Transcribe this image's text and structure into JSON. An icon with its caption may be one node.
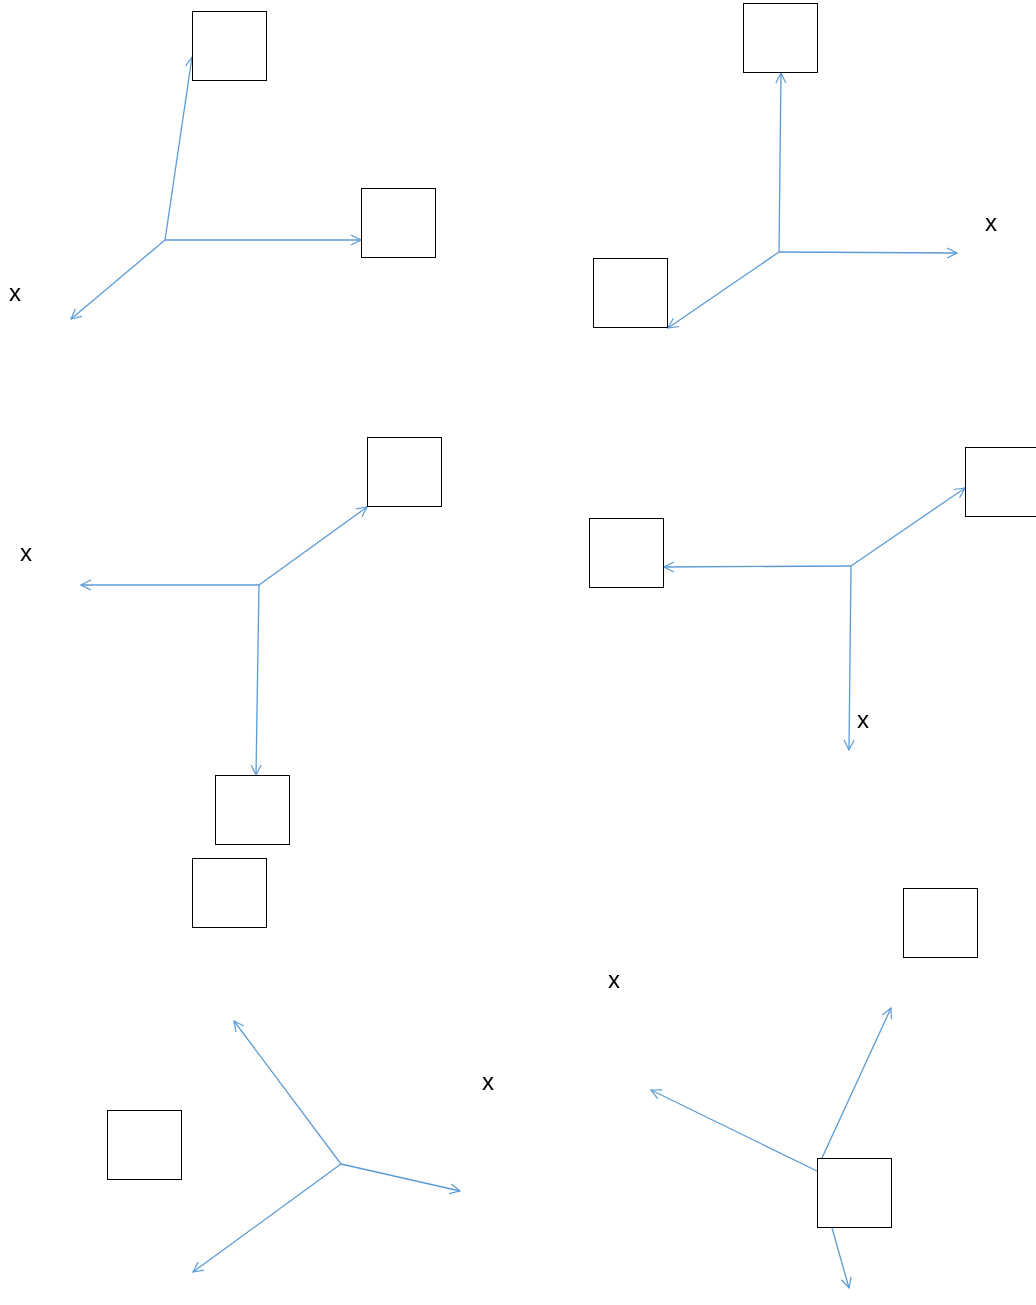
{
  "diagram": {
    "nodes": [
      {
        "text": [],
        "shape": "box"
      },
      {
        "text": [],
        "shape": "box"
      },
      {
        "text": [],
        "shape": "box"
      },
      {
        "text": [],
        "shape": "box"
      },
      {
        "text": [],
        "shape": "box"
      },
      {
        "text": [],
        "shape": "box"
      },
      {
        "text": [],
        "shape": "box"
      },
      {
        "text": [],
        "shape": "box"
      },
      {
        "text": [],
        "shape": "box"
      },
      {
        "text": [],
        "shape": "box"
      },
      {
        "text": [],
        "shape": "box"
      },
      {
        "text": [],
        "shape": "box"
      }
    ],
    "edges": [
      {
        "from": null,
        "to": 1,
        "arrow": "to"
      },
      {
        "from": null,
        "to": 2,
        "arrow": "to"
      },
      {
        "from": null,
        "to": 0,
        "arrow": "to"
      },
      {
        "from": null,
        "to": 3,
        "arrow": "to"
      },
      {
        "from": null,
        "to": 4,
        "arrow": "to"
      },
      {
        "from": null,
        "to": 7,
        "arrow": "to"
      },
      {
        "from": null,
        "to": 5,
        "arrow": "to"
      },
      {
        "from": null,
        "to": 6,
        "arrow": "to"
      },
      {
        "from": 11,
        "to": null,
        "arrow": "to"
      },
      {
        "from": 11,
        "to": null,
        "arrow": "to"
      },
      {
        "from": 11,
        "to": null,
        "arrow": "to"
      }
    ],
    "labels": [
      "x",
      "x",
      "x",
      "x",
      "x",
      "x"
    ]
  }
}
